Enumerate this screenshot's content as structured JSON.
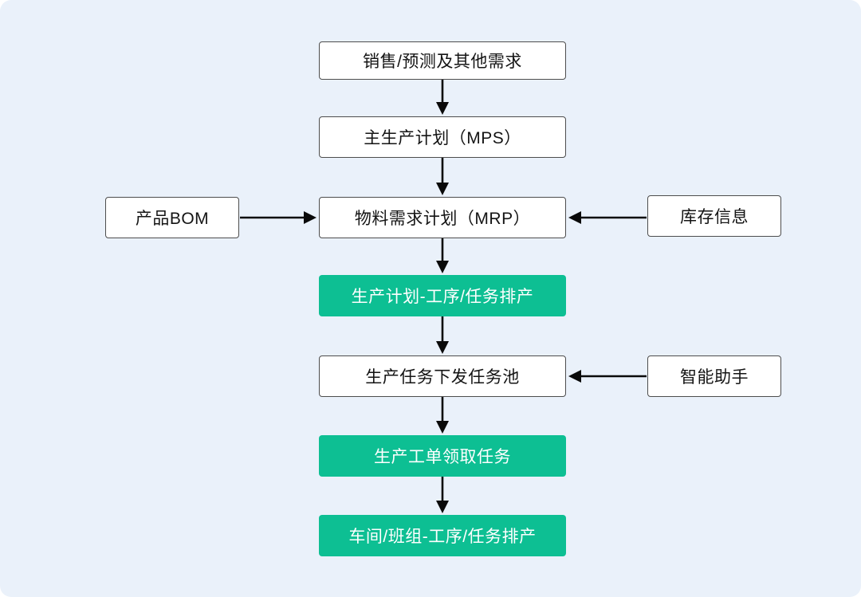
{
  "flowchart": {
    "description": "Production planning and scheduling flow diagram",
    "colors": {
      "background": "#eaf1fa",
      "node_fill": "#ffffff",
      "node_border": "#4d4d4d",
      "highlight_fill": "#0dbf93",
      "highlight_text": "#ffffff",
      "arrow": "#0a0a0a"
    },
    "nodes": {
      "sales_forecast": {
        "label": "销售/预测及其他需求",
        "type": "plain"
      },
      "mps": {
        "label": "主生产计划（MPS）",
        "type": "plain"
      },
      "product_bom": {
        "label": "产品BOM",
        "type": "plain"
      },
      "mrp": {
        "label": "物料需求计划（MRP）",
        "type": "plain"
      },
      "inventory_info": {
        "label": "库存信息",
        "type": "plain"
      },
      "plan_scheduling": {
        "label": "生产计划-工序/任务排产",
        "type": "highlight"
      },
      "task_pool": {
        "label": "生产任务下发任务池",
        "type": "plain"
      },
      "smart_assistant": {
        "label": "智能助手",
        "type": "plain"
      },
      "work_order_claim": {
        "label": "生产工单领取任务",
        "type": "highlight"
      },
      "workshop_scheduling": {
        "label": "车间/班组-工序/任务排产",
        "type": "highlight"
      }
    },
    "edges": [
      {
        "from": "sales_forecast",
        "to": "mps"
      },
      {
        "from": "mps",
        "to": "mrp"
      },
      {
        "from": "product_bom",
        "to": "mrp"
      },
      {
        "from": "inventory_info",
        "to": "mrp"
      },
      {
        "from": "mrp",
        "to": "plan_scheduling"
      },
      {
        "from": "plan_scheduling",
        "to": "task_pool"
      },
      {
        "from": "smart_assistant",
        "to": "task_pool"
      },
      {
        "from": "task_pool",
        "to": "work_order_claim"
      },
      {
        "from": "work_order_claim",
        "to": "workshop_scheduling"
      }
    ]
  }
}
